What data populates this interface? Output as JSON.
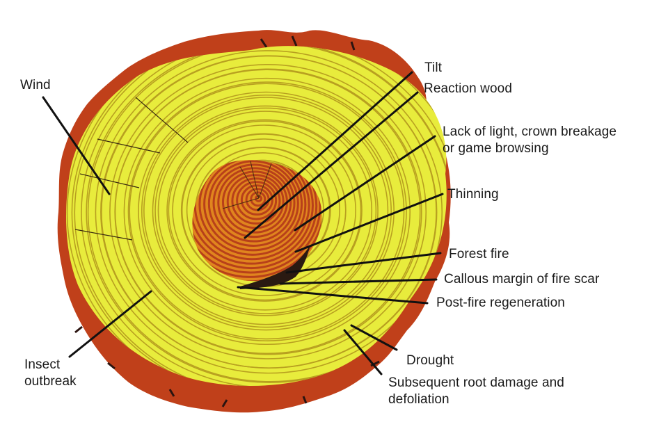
{
  "diagram": {
    "subject": "Tree trunk cross-section showing growth ring disturbances",
    "colors": {
      "bark": "#c0401a",
      "bark_dark": "#8e2a10",
      "sapwood": "#e8ec3c",
      "ring_line": "#b8a020",
      "reaction_core": "#d9731a",
      "reaction_ring": "#b8401a",
      "fire_scar": "#2a1a12",
      "leader": "#111111",
      "text": "#1a1a1a"
    },
    "labels": {
      "tilt": "Tilt",
      "reaction_wood": "Reaction wood",
      "lack_of_light_line1": "Lack of light, crown breakage",
      "lack_of_light_line2": "or game browsing",
      "thinning": "Thinning",
      "forest_fire": "Forest fire",
      "callous_margin": "Callous margin of fire scar",
      "post_fire": "Post-fire regeneration",
      "drought": "Drought",
      "root_damage_line1": "Subsequent root damage and",
      "root_damage_line2": "defoliation",
      "wind": "Wind",
      "insect_line1": "Insect",
      "insect_line2": "outbreak"
    }
  }
}
